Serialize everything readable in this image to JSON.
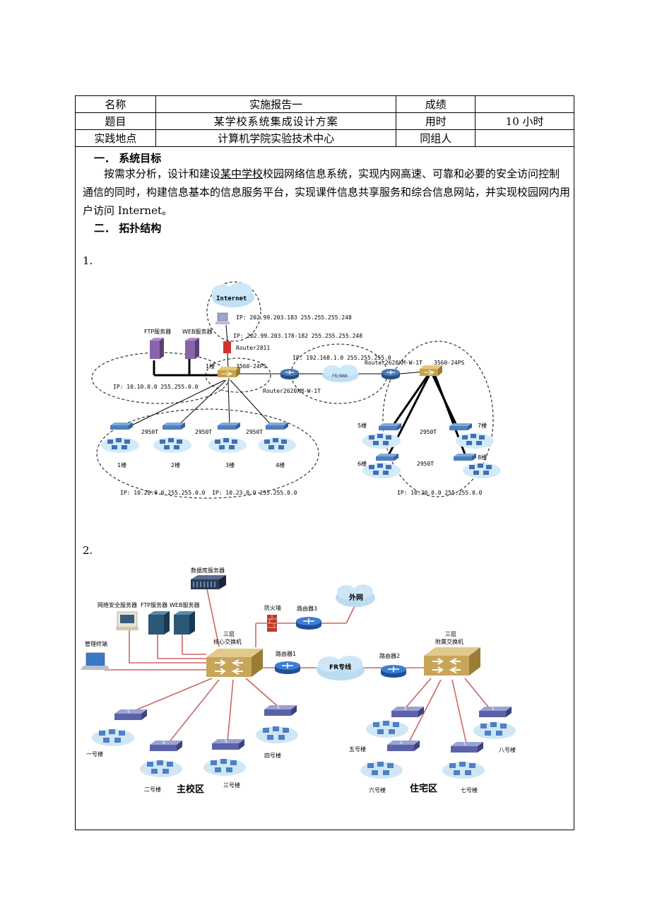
{
  "header": {
    "name_label": "名称",
    "name_value": "实施报告一",
    "score_label": "成绩",
    "score_value": "",
    "topic_label": "题目",
    "topic_value": "某学校系统集成设计方案",
    "time_label": "用时",
    "time_value": "10 小时",
    "place_label": "实践地点",
    "place_value": "计算机学院实验技术中心",
    "group_label": "同组人",
    "group_value": ""
  },
  "section1": {
    "title": "一．  系统目标",
    "text_a": "按需求分析，设计和建设",
    "text_u": "某中学校",
    "text_b": "校园网络信息系统，实现内网高速、可靠和必要的安全访问控制通信的同时，构建信息基本的信息服务平台，实现课件信息共享服务和综合信息网站，并实现校园网内用户访问 Internet。"
  },
  "section2": {
    "title": "二．  拓扑结构"
  },
  "fig1": {
    "number": "1.",
    "internet": "Internet",
    "ip_internet": "IP: 202.99.203.183 255.255.255.248",
    "ip_router": "IP: 202.99.203.178-182 255.255.255.248",
    "router2811": "Router2811",
    "ftp": "FTP服务器",
    "web": "WEB服务器",
    "floor1_tag": "1楼",
    "sw_main": "3560-24PS",
    "ip_servers": "IP: 10.10.0.0 255.255.0.0",
    "router_left": "Router2620XM-W-1T",
    "ip_fr": "IP: 192.168.1.0 255.255.255.0",
    "fr_cloud": "FR/WAN",
    "router_right": "Router2620XM-W-1T",
    "sw_right": "3560-24PS",
    "sw_2950": "2950T",
    "f1": "1楼",
    "f2": "2楼",
    "f3": "3楼",
    "f4": "4楼",
    "f5": "5楼",
    "f6": "6楼",
    "f7": "7楼",
    "f8": "8楼",
    "ip_left_a": "IP: 10.20.0.0 255.255.0.0",
    "ip_left_b": "IP: 10.23.0.0 255.255.0.0",
    "ip_right": "IP: 10.30.0.0 255.255.0.0"
  },
  "fig2": {
    "number": "2.",
    "db": "数据库服务器",
    "sec_srv": "网络安全服务器",
    "ftp": "FTP服务器",
    "web": "WEB服务器",
    "firewall": "防火墙",
    "router3": "路由器3",
    "extnet": "外网",
    "mgmt": "管理终端",
    "core": "三层\n核心交换机",
    "router1": "路由器1",
    "fr": "FR专线",
    "router2": "路由器2",
    "aux": "三层\n附属交换机",
    "b1": "一号楼",
    "b2": "二号楼",
    "b3": "三号楼",
    "b4": "四号楼",
    "b5": "五号楼",
    "b6": "六号楼",
    "b7": "七号楼",
    "b8": "八号楼",
    "main_campus": "主校区",
    "residential": "住宅区"
  }
}
